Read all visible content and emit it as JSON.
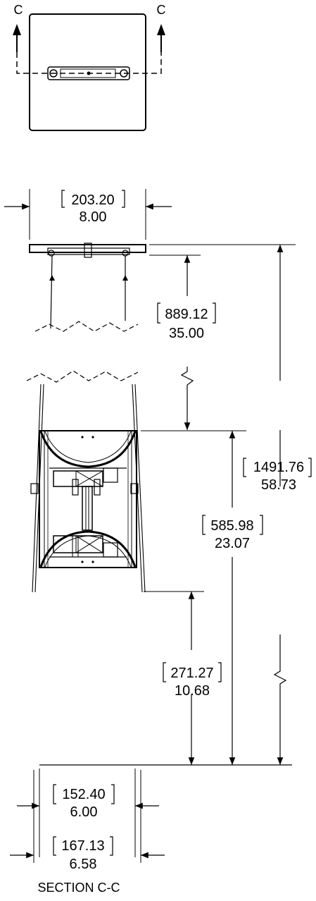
{
  "section_marker_left": "C",
  "section_marker_right": "C",
  "section_title": "SECTION C-C",
  "dims": {
    "top_width": {
      "mm": "203.20",
      "in": "8.00"
    },
    "rod_length": {
      "mm": "889.12",
      "in": "35.00"
    },
    "overall_height": {
      "mm": "1491.76",
      "in": "58.73"
    },
    "body_height": {
      "mm": "585.98",
      "in": "23.07"
    },
    "lower_height": {
      "mm": "271.27",
      "in": "10.68"
    },
    "inner_width": {
      "mm": "152.40",
      "in": "6.00"
    },
    "outer_width": {
      "mm": "167.13",
      "in": "6.58"
    }
  }
}
